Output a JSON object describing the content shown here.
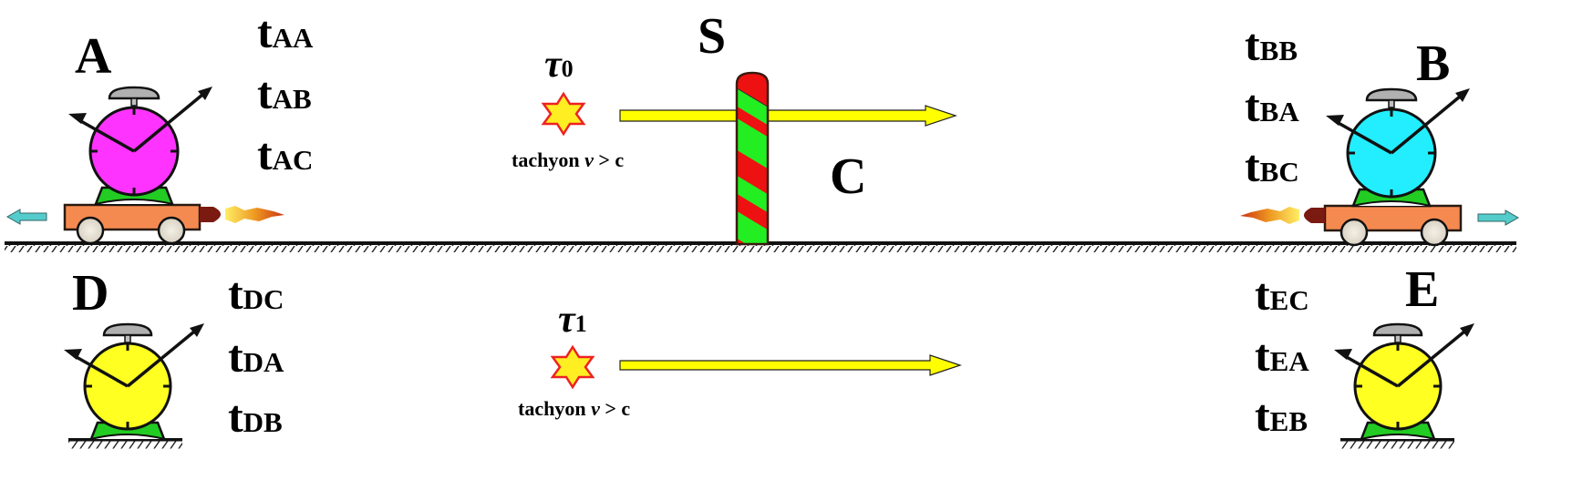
{
  "diagram": {
    "type": "physics-illustration",
    "topic": "tachyon signal and clock synchronization",
    "colors": {
      "background": "#ffffff",
      "clock_A": "#ff33ff",
      "clock_B": "#22eeff",
      "clock_D": "#ffff22",
      "clock_E": "#ffff22",
      "cart": "#f58a50",
      "arrow_yellow": "#ffff00",
      "motion_arrow": "#55cccc",
      "pole_red": "#ee1111",
      "pole_green": "#22ee22",
      "star_fill": "#ffee22",
      "star_stroke": "#ee2222"
    },
    "observers": {
      "A": {
        "label": "A",
        "moving": "left",
        "times": [
          {
            "t": "t",
            "sub": "AA"
          },
          {
            "t": "t",
            "sub": "AB"
          },
          {
            "t": "t",
            "sub": "AC"
          }
        ]
      },
      "B": {
        "label": "B",
        "moving": "right",
        "times": [
          {
            "t": "t",
            "sub": "BB"
          },
          {
            "t": "t",
            "sub": "BA"
          },
          {
            "t": "t",
            "sub": "BC"
          }
        ]
      },
      "D": {
        "label": "D",
        "moving": "stationary",
        "times": [
          {
            "t": "t",
            "sub": "DC"
          },
          {
            "t": "t",
            "sub": "DA"
          },
          {
            "t": "t",
            "sub": "DB"
          }
        ]
      },
      "E": {
        "label": "E",
        "moving": "stationary",
        "times": [
          {
            "t": "t",
            "sub": "EC"
          },
          {
            "t": "t",
            "sub": "EA"
          },
          {
            "t": "t",
            "sub": "EB"
          }
        ]
      }
    },
    "pole": {
      "label": "S"
    },
    "point_C": {
      "label": "C"
    },
    "events": [
      {
        "symbol": "τ",
        "sub": "0",
        "caption_pre": "tachyon ",
        "caption_var": "v",
        "caption_post": " > c"
      },
      {
        "symbol": "τ",
        "sub": "1",
        "caption_pre": "tachyon ",
        "caption_var": "v",
        "caption_post": " > c"
      }
    ]
  }
}
